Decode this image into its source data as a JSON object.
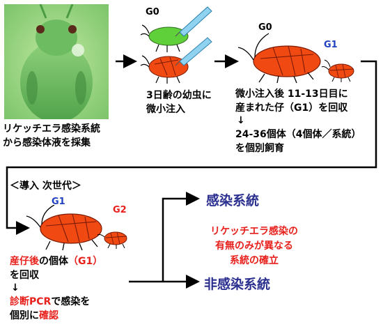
{
  "step1": {
    "line1": "リケッチエラ感染系統",
    "line2": "から感染体液を採集"
  },
  "step2": {
    "gen_label": "G0",
    "line1": "3日齢の幼虫に",
    "line2": "微小注入"
  },
  "step3": {
    "gen_label_g0": "G0",
    "gen_label_g1": "G1",
    "line1": "微小注入後 11-13日目に",
    "line2": "産まれた仔（G1）を回収",
    "arrow": "↓",
    "line3": "24-36個体（4個体／系統）",
    "line4": "を個別飼育"
  },
  "step4": {
    "header": "＜導入 次世代＞",
    "gen_label_g1": "G1",
    "gen_label_g2": "G2",
    "line1_red": "産仔後",
    "line1_black": "の個体",
    "line1_paren": "（G1）",
    "line2": "を回収",
    "arrow": "↓",
    "line3_red": "診断PCR",
    "line3_black": "で感染を",
    "line4_black": "個別に",
    "line4_red": "確認"
  },
  "result": {
    "infected": "感染系統",
    "noninfected": "非感染系統",
    "note_line1": "リケッチエラ感染の",
    "note_line2": "有無のみが異なる",
    "note_line3": "系統の確立"
  },
  "colors": {
    "aphid_orange": "#f04a12",
    "aphid_green": "#5fcf3a",
    "needle_blue": "#8fd3f0",
    "title_purple": "#2b2f8f",
    "accent_red": "#e8201c",
    "gen_blue": "#1f3fbf"
  }
}
